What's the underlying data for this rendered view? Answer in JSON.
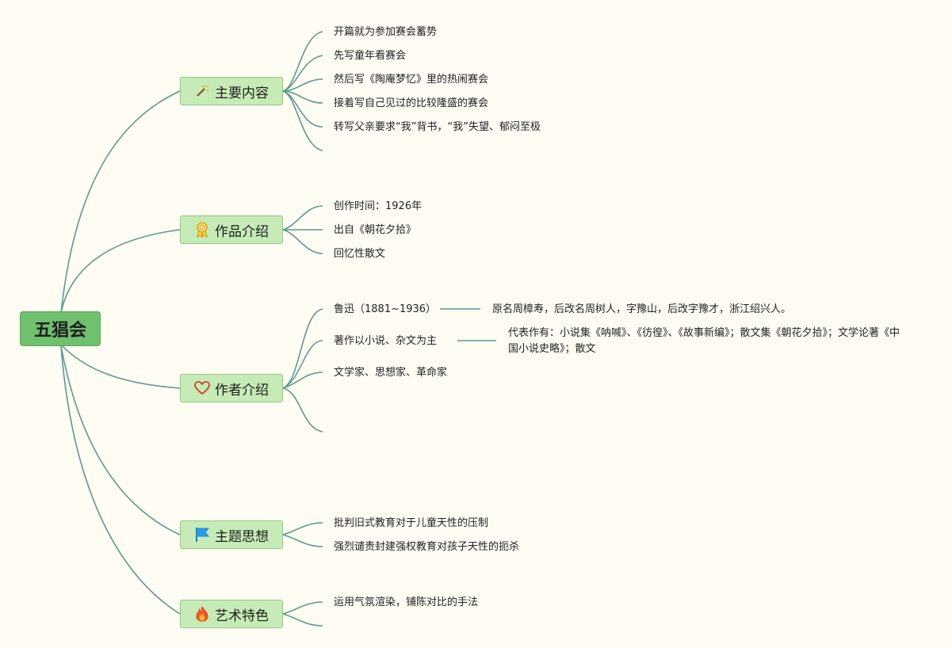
{
  "root": {
    "label": "五猖会"
  },
  "branches": [
    {
      "label": "主要内容",
      "icon": "magic-wand-icon"
    },
    {
      "label": "作品介绍",
      "icon": "award-ribbon-icon"
    },
    {
      "label": "作者介绍",
      "icon": "heart-icon"
    },
    {
      "label": "主题思想",
      "icon": "flag-icon"
    },
    {
      "label": "艺术特色",
      "icon": "fire-icon"
    }
  ],
  "main_content": [
    "开篇就为参加赛会蓄势",
    "先写童年看赛会",
    "然后写《陶庵梦忆》里的热闹赛会",
    "接着写自己见过的比较隆盛的赛会",
    "转写父亲要求“我”背书，“我”失望、郁闷至极"
  ],
  "work_intro": [
    "创作时间：1926年",
    "出自《朝花夕拾》",
    "回忆性散文"
  ],
  "author_intro": [
    "鲁迅（1881~1936）",
    "著作以小说、杂文为主",
    "文学家、思想家、革命家"
  ],
  "author_details": [
    "原名周樟寿，后改名周树人，字豫山，后改字豫才，浙江绍兴人。",
    "代表作有：小说集《呐喊》、《彷徨》、《故事新编》；散文集《朝花夕拾》；文学论著《中国小说史略》；散文"
  ],
  "theme": [
    "批判旧式教育对于儿童天性的压制",
    "强烈谴责封建强权教育对孩子天性的扼杀"
  ],
  "art": [
    "运用气氛渲染，铺陈对比的手法"
  ],
  "colors": {
    "background": "#fefcf3",
    "root_fill": "#6fc06f",
    "branch_fill": "#c7ebb6",
    "connector": "#5c9a8c"
  }
}
